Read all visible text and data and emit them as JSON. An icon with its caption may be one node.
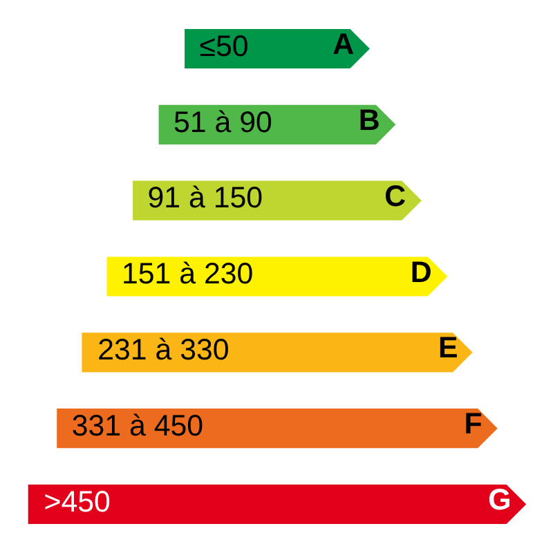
{
  "diagram": {
    "nodes": [
      {
        "text": [
          "≤50",
          "A"
        ]
      },
      {
        "text": [
          "51 à 90",
          "B"
        ]
      },
      {
        "text": [
          "91 à 150",
          "C"
        ]
      },
      {
        "text": [
          "151 à 230",
          "D"
        ]
      },
      {
        "text": [
          "231 à 330",
          "E"
        ]
      },
      {
        "text": [
          "331 à 450",
          "F"
        ]
      },
      {
        "text": [
          ">450",
          "G"
        ]
      }
    ]
  }
}
